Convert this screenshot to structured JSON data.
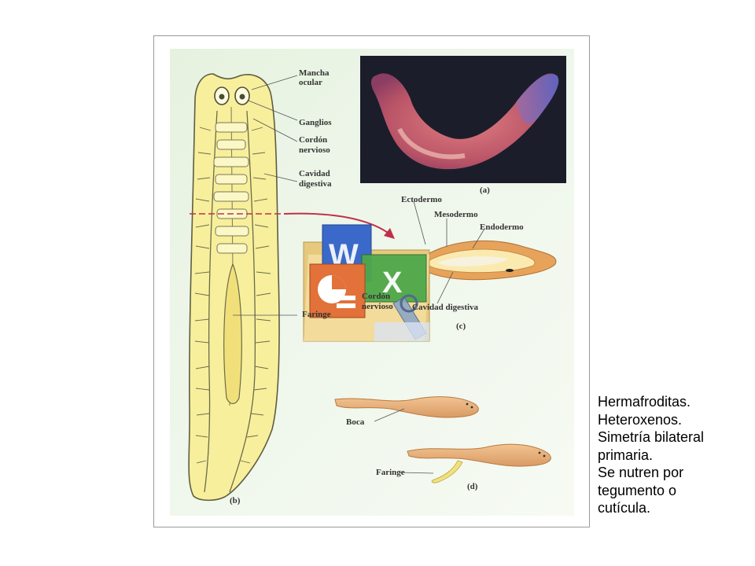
{
  "figure": {
    "labels": {
      "mancha": "Mancha",
      "ocular": "ocular",
      "ganglios": "Ganglios",
      "cordon": "Cordón",
      "nervioso": "nervioso",
      "cavidad": "Cavidad",
      "digestiva": "digestiva",
      "ectodermo": "Ectodermo",
      "mesodermo": "Mesodermo",
      "endodermo": "Endodermo",
      "cordon_c": "Cordón",
      "nervioso_c": "nervioso",
      "cavidad_digestiva_c": "Cavidad digestiva",
      "faringe_b": "Faringe",
      "boca": "Boca",
      "faringe_d": "Faringe"
    },
    "panel_letters": {
      "a": "(a)",
      "b": "(b)",
      "c": "(c)",
      "d": "(d)"
    }
  },
  "side_text": [
    "Hermafroditas.",
    "Heteroxenos.",
    "Simetría bilateral",
    "primaria.",
    "Se nutren por",
    "tegumento o",
    "cutícula."
  ],
  "colors": {
    "panel_bg": "#e9f4e4",
    "worm_body": "#f7ef9c",
    "worm_outline": "#6b6b4a",
    "photo_bg": "#1b1d2b",
    "photo_worm": "#c96b78",
    "photo_head": "#6a72c8",
    "arrow_red": "#c0304a",
    "worm_d": "#e9b07c"
  }
}
